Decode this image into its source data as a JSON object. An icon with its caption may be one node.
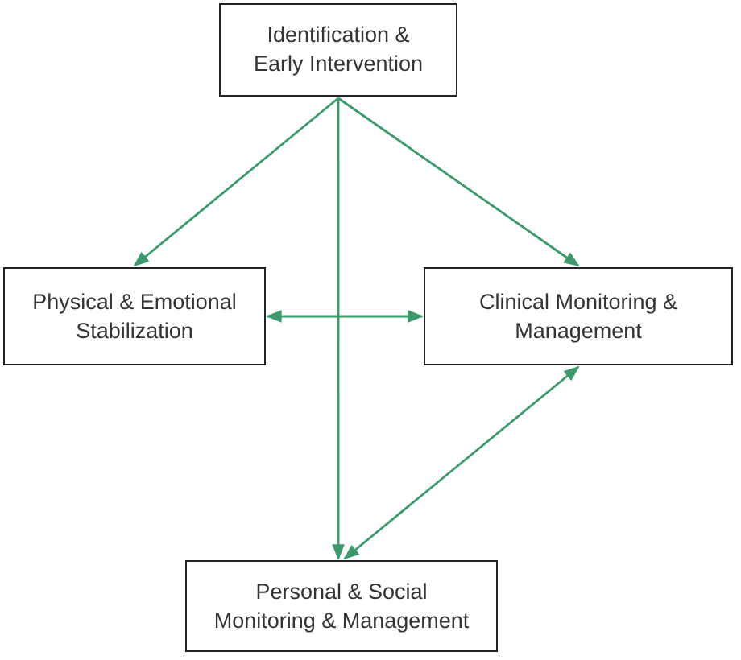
{
  "diagram": {
    "nodes": [
      {
        "text": [
          "Identification & Early Intervention"
        ]
      },
      {
        "text": [
          "Physical & Emotional Stabilization"
        ]
      },
      {
        "text": [
          "Clinical Monitoring & Management"
        ]
      },
      {
        "text": [
          "Personal & Social Monitoring & Management"
        ]
      }
    ],
    "edges": [
      {
        "from": 0,
        "to": 1,
        "arrow": "to"
      },
      {
        "from": 0,
        "to": 2,
        "arrow": "to"
      },
      {
        "from": 0,
        "to": 3,
        "arrow": "to"
      },
      {
        "from": 1,
        "to": 2,
        "arrow": "both"
      },
      {
        "from": 2,
        "to": 3,
        "arrow": "both"
      }
    ]
  }
}
